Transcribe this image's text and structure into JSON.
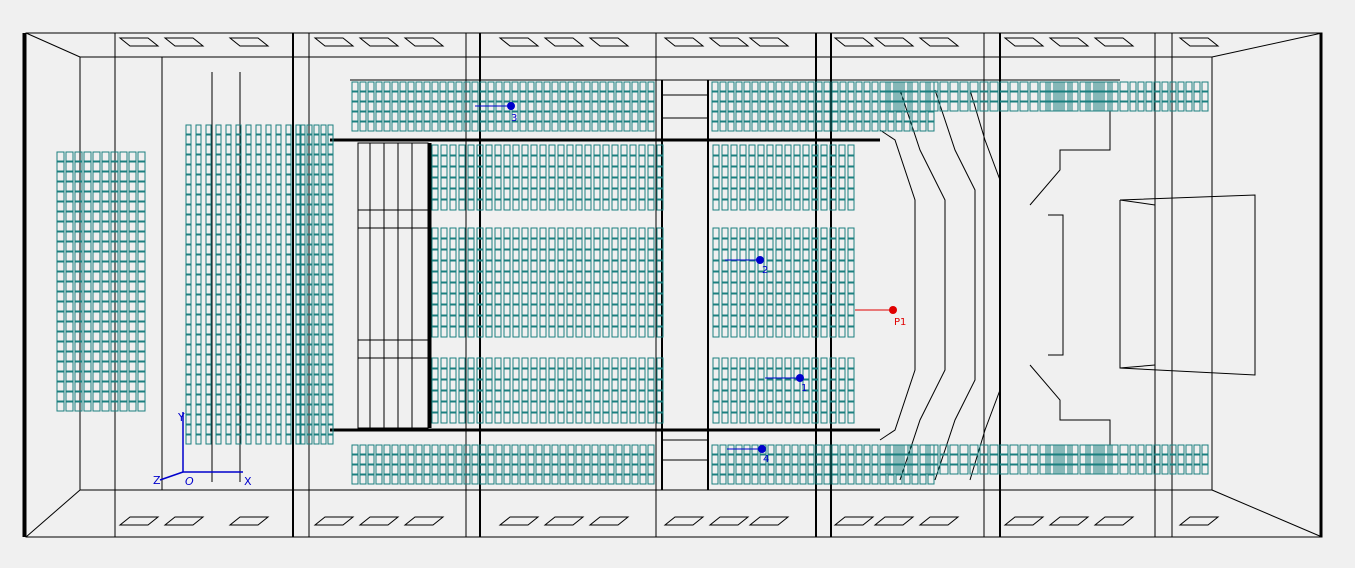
{
  "viewport": {
    "background": "#f0f0f0",
    "wire_color": "#000000",
    "seat_color": "#1b7f7f",
    "source_color": "#e00000",
    "receiver_color": "#0000cc"
  },
  "axes": {
    "x_label": "X",
    "y_label": "Y",
    "z_label": "Z",
    "origin_label": "O",
    "axis_color": "#0000cc"
  },
  "source": {
    "label": "P1",
    "icon": "red-dot"
  },
  "receivers": [
    {
      "label": "1",
      "icon": "blue-dot"
    },
    {
      "label": "2",
      "icon": "blue-dot"
    },
    {
      "label": "3",
      "icon": "blue-dot"
    },
    {
      "label": "4",
      "icon": "blue-dot"
    }
  ]
}
